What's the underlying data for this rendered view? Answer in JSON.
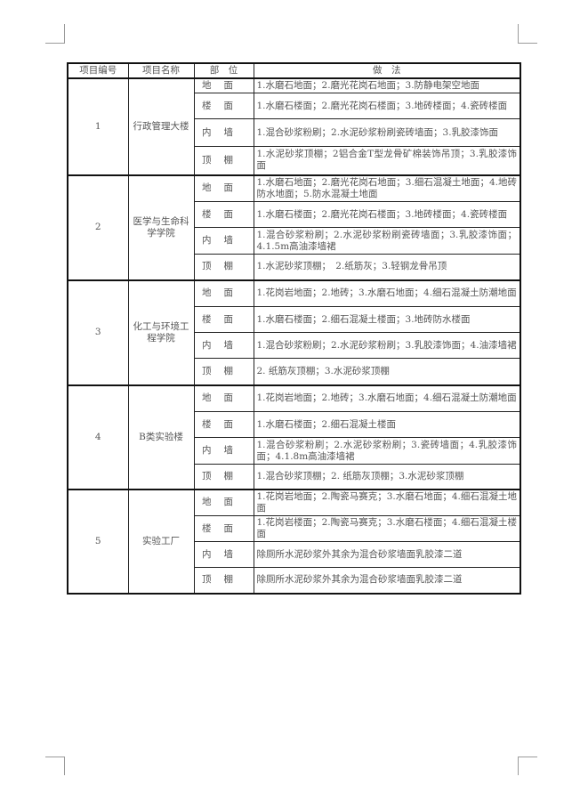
{
  "table": {
    "headers": [
      "项目编号",
      "项目名称",
      "部　位",
      "做　法"
    ],
    "projects": [
      {
        "number": "1",
        "name": "行政管理大楼",
        "rows": [
          {
            "part": "地面",
            "method": "1.水磨石地面；2.磨光花岗石地面；3.防静电架空地面"
          },
          {
            "part": "楼面",
            "method": "1.水磨石楼面；2.磨光花岗石楼面；3.地砖楼面；4.瓷砖楼面"
          },
          {
            "part": "内墙",
            "method": "1.混合砂浆粉刷；2.水泥砂浆粉刷瓷砖墙面；3.乳胶漆饰面"
          },
          {
            "part": "顶棚",
            "method": "1.水泥砂浆顶棚；2铝合金T型龙骨矿棉装饰吊顶；3.乳胶漆饰面"
          }
        ]
      },
      {
        "number": "2",
        "name": "医学与生命科学学院",
        "rows": [
          {
            "part": "地面",
            "method": "1.水磨石地面；2.磨光花岗石地面；3.细石混凝土地面；4.地砖防水地面；5.防水混凝土地面"
          },
          {
            "part": "楼面",
            "method": "1.水磨石楼面；2.磨光花岗石楼面；3.地砖楼面；4.瓷砖楼面"
          },
          {
            "part": "内墙",
            "method": "1.混合砂浆粉刷；2.水泥砂浆粉刷瓷砖墙面；3.乳胶漆饰面；4.1.5m高油漆墙裙"
          },
          {
            "part": "顶棚",
            "method": "1.水泥砂浆顶棚；　2.纸筋灰；3.轻钢龙骨吊顶"
          }
        ]
      },
      {
        "number": "3",
        "name": "化工与环境工程学院",
        "rows": [
          {
            "part": "地面",
            "method": "1.花岗岩地面；2.地砖；3.水磨石地面；4.细石混凝土防潮地面"
          },
          {
            "part": "楼面",
            "method": "1.水磨石楼面；2.细石混凝土楼面；3.地砖防水楼面"
          },
          {
            "part": "内墙",
            "method": "1.混合砂浆粉刷；2.水泥砂浆粉刷；3.乳胶漆饰面；4.油漆墙裙"
          },
          {
            "part": "顶棚",
            "method": "2. 纸筋灰顶棚；3.水泥砂浆顶棚"
          }
        ]
      },
      {
        "number": "4",
        "name": "B类实验楼",
        "rows": [
          {
            "part": "地面",
            "method": "1.花岗岩地面；2.地砖；3.水磨石地面；4.细石混凝土防潮地面"
          },
          {
            "part": "楼面",
            "method": "1.水磨石楼面；2.细石混凝土楼面"
          },
          {
            "part": "内墙",
            "method": "1.混合砂浆粉刷；2.水泥砂浆粉刷；3.瓷砖墙面；4.乳胶漆饰面；4.1.8m高油漆墙裙"
          },
          {
            "part": "顶棚",
            "method": "1.混合砂浆顶棚；2. 纸筋灰顶棚；3.水泥砂浆顶棚"
          }
        ]
      },
      {
        "number": "5",
        "name": "实验工厂",
        "rows": [
          {
            "part": "地面",
            "method": "1.花岗岩地面；2.陶瓷马赛克；3.水磨石地面；4.细石混凝土地面"
          },
          {
            "part": "楼面",
            "method": "1.花岗岩楼面；2.陶瓷马赛克；3.水磨石楼面；4.细石混凝土楼面"
          },
          {
            "part": "内墙",
            "method": "除厕所水泥砂浆外其余为混合砂浆墙面乳胶漆二道"
          },
          {
            "part": "顶棚",
            "method": "除厕所水泥砂浆外其余为混合砂浆墙面乳胶漆二道"
          }
        ]
      }
    ]
  }
}
